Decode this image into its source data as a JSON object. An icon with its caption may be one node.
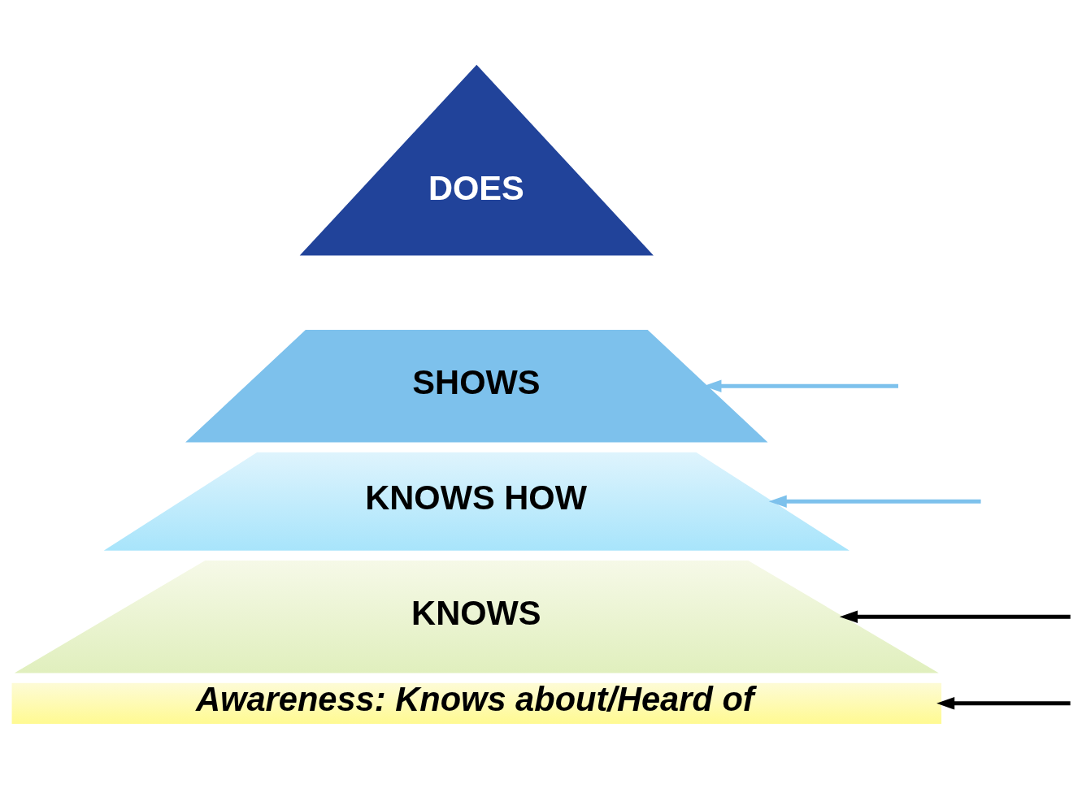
{
  "diagram": {
    "nodes": [
      {
        "text": [
          "DOES"
        ]
      },
      {
        "text": [
          "SHOWS"
        ]
      },
      {
        "text": [
          "KNOWS HOW"
        ]
      },
      {
        "text": [
          "KNOWS"
        ]
      },
      {
        "text": [
          "Awareness: Knows about/Heard of"
        ]
      }
    ],
    "edges": [
      {
        "from": null,
        "to": 1,
        "arrow": "to",
        "color": "#7dc1ec"
      },
      {
        "from": null,
        "to": 2,
        "arrow": "to",
        "color": "#7dc1ec"
      },
      {
        "from": null,
        "to": 3,
        "arrow": "to",
        "color": "#000000"
      },
      {
        "from": null,
        "to": 4,
        "arrow": "to",
        "color": "#000000"
      }
    ]
  }
}
